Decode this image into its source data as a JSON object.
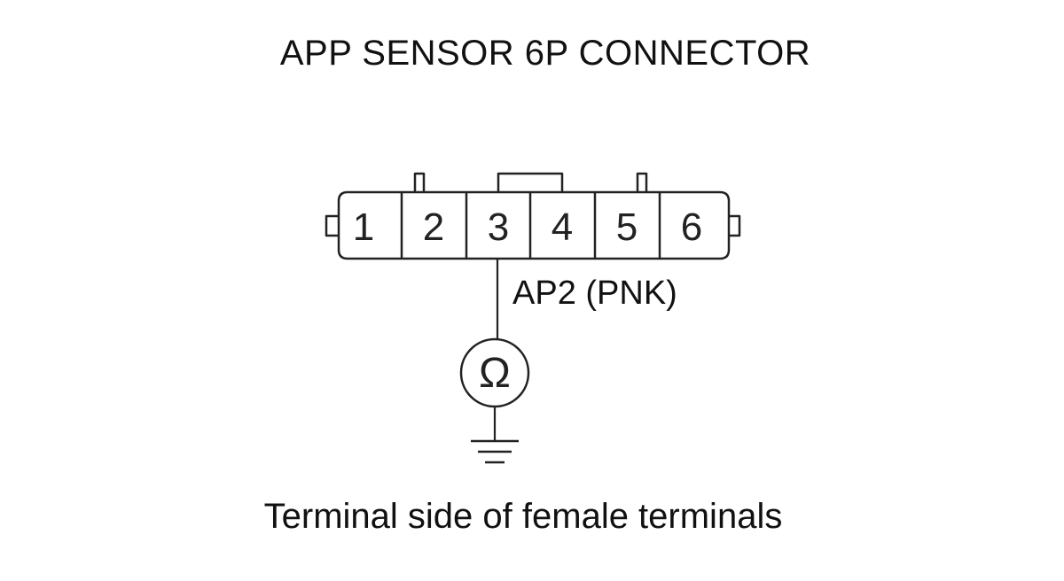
{
  "title": "APP SENSOR 6P CONNECTOR",
  "connector": {
    "terminals": [
      "1",
      "2",
      "3",
      "4",
      "5",
      "6"
    ],
    "tested_terminal": "3"
  },
  "wire_label": "AP2 (PNK)",
  "meter": {
    "symbol": "Ω",
    "icon": "ohmmeter-icon"
  },
  "ground": {
    "icon": "ground-icon"
  },
  "caption": "Terminal side of female terminals"
}
